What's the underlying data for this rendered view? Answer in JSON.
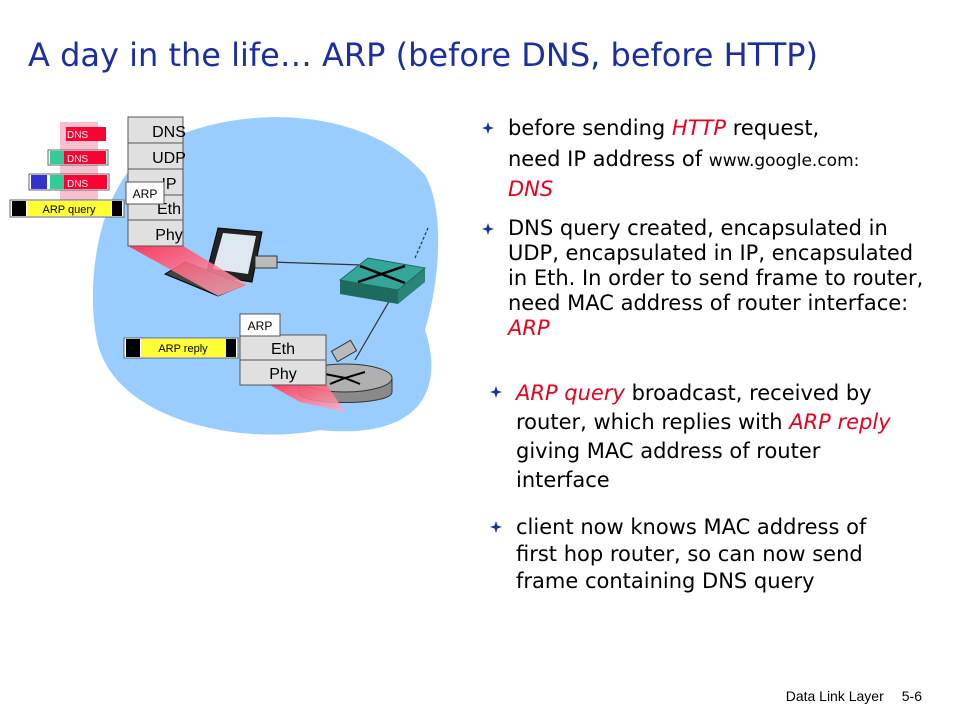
{
  "title": "A day in the life… ARP (before DNS, before HTTP)",
  "bullets": [
    {
      "pre": "before sending ",
      "em": "HTTP",
      "mid": " request,",
      "line2": "need IP address of ",
      "host": "www.google.com:",
      "em2": "DNS"
    },
    {
      "text": "DNS query created, encapsulated in UDP, encapsulated in IP, encapsulated in Eth.  In order to send frame to router, need MAC address of router interface: ",
      "em": "ARP"
    },
    {
      "em": "ARP query",
      "mid": " broadcast, received by router, which replies with ",
      "em2": "ARP reply",
      "post": " giving MAC address of router interface"
    },
    {
      "text": "client now knows MAC address of first hop router, so can now send frame containing DNS query"
    }
  ],
  "client_stack": [
    "DNS",
    "UDP",
    "IP",
    "Eth",
    "Phy"
  ],
  "router_stack": [
    "Eth",
    "Phy"
  ],
  "arp_label": "ARP",
  "packets": {
    "dns": "DNS",
    "arp_query": "ARP query",
    "arp_reply": "ARP reply"
  },
  "footer": {
    "chapter": "Data Link Layer",
    "page": "5-6"
  },
  "colors": {
    "title": "#1c2f9e",
    "emphasis": "#e8001c",
    "cloud": "#99ccff",
    "switch": "#33a699",
    "stack_fill": "#e0e0e0",
    "query_fill": "#ffff33"
  }
}
